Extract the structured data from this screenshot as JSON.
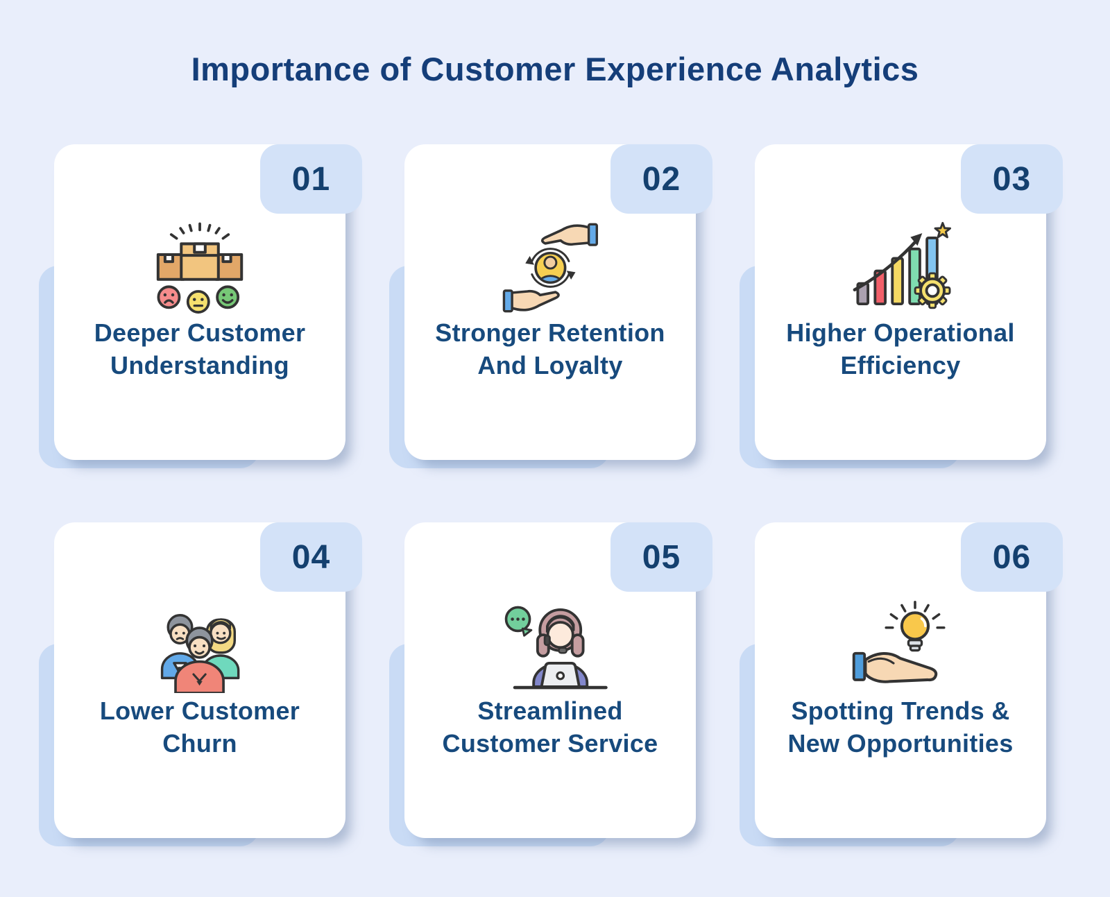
{
  "page": {
    "title": "Importance of Customer Experience Analytics",
    "colors": {
      "background": "#e9eefb",
      "card": "#ffffff",
      "badge": "#d3e2f8",
      "ghost_shadow": "#c9dbf5",
      "navy_text": "#174a7d",
      "title_text": "#153e79"
    }
  },
  "cards": [
    {
      "number": "01",
      "icon": "feedback-boxes-icon",
      "lines": [
        "Deeper Customer",
        "Understanding"
      ]
    },
    {
      "number": "02",
      "icon": "caring-hands-customer-icon",
      "lines": [
        "Stronger Retention",
        "And Loyalty"
      ]
    },
    {
      "number": "03",
      "icon": "growth-chart-gear-icon",
      "lines": [
        "Higher Operational",
        "Efficiency"
      ]
    },
    {
      "number": "04",
      "icon": "customer-group-icon",
      "lines": [
        "Lower Customer",
        "Churn"
      ]
    },
    {
      "number": "05",
      "icon": "support-agent-icon",
      "lines": [
        "Streamlined",
        "Customer Service"
      ]
    },
    {
      "number": "06",
      "icon": "hand-lightbulb-icon",
      "lines": [
        "Spotting Trends &",
        "New Opportunities"
      ]
    }
  ]
}
